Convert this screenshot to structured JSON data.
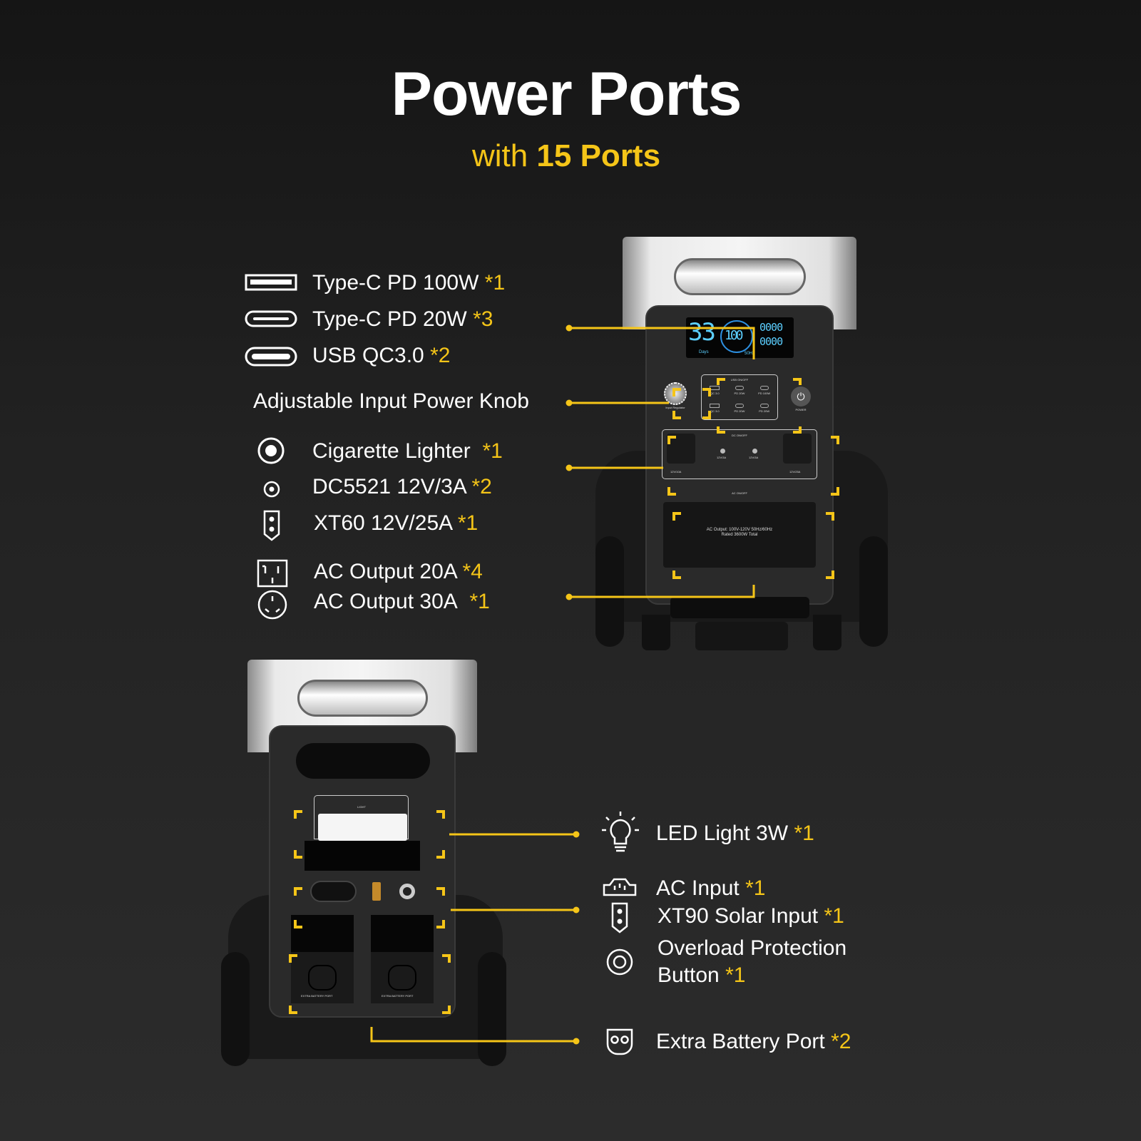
{
  "header": {
    "title": "Power Ports",
    "subtitle_prefix": "with",
    "subtitle_highlight": "15 Ports"
  },
  "accent_color": "#f5c518",
  "front_ports": [
    {
      "icon": "usb-a-port-icon",
      "label": "Type-C PD 100W",
      "count": "*1"
    },
    {
      "icon": "usb-c-port-icon",
      "label": "Type-C PD 20W",
      "count": "*3"
    },
    {
      "icon": "usb-qc-port-icon",
      "label": "USB QC3.0",
      "count": "*2"
    },
    {
      "icon": "",
      "label": "Adjustable Input Power Knob",
      "count": ""
    },
    {
      "icon": "cigarette-lighter-icon",
      "label": "Cigarette Lighter",
      "count": "*1"
    },
    {
      "icon": "dc5521-port-icon",
      "label": "DC5521 12V/3A",
      "count": "*2"
    },
    {
      "icon": "xt60-port-icon",
      "label": "XT60 12V/25A",
      "count": "*1"
    },
    {
      "icon": "ac-outlet-20a-icon",
      "label": "AC Output 20A",
      "count": "*4"
    },
    {
      "icon": "ac-outlet-30a-icon",
      "label": "AC Output 30A",
      "count": "*1"
    }
  ],
  "rear_ports": [
    {
      "icon": "light-bulb-icon",
      "label": "LED Light 3W",
      "count": "*1"
    },
    {
      "icon": "ac-input-icon",
      "label": "AC Input",
      "count": "*1"
    },
    {
      "icon": "xt90-port-icon",
      "label": "XT90 Solar Input",
      "count": "*1"
    },
    {
      "icon": "overload-button-icon",
      "label": "Overload Protection",
      "label2": "Button",
      "count": "*1"
    },
    {
      "icon": "battery-port-icon",
      "label": "Extra Battery Port",
      "count": "*2"
    }
  ],
  "device_front": {
    "screen": {
      "days": "33",
      "days_unit": "Days",
      "percent": "100",
      "input": "0000",
      "output": "0000",
      "hz": "50Hz"
    },
    "knob_label": "Input Regulator",
    "usb_switch": "USB ON/OFF",
    "usb_ports": [
      "QC 3.0",
      "PD 20W",
      "PD 100W",
      "QC 3.0",
      "PD 20W",
      "PD 20W"
    ],
    "power_label": "POWER",
    "dc_switch": "DC ON/OFF",
    "dc_ports": [
      "12V/10A",
      "12V/3A",
      "12V/3A",
      "12V/25A"
    ],
    "ac_switch": "AC ON/OFF",
    "ac_text1": "AC Output: 100V-120V 50Hz/60Hz",
    "ac_text2": "Rated 3600W Total"
  },
  "device_rear": {
    "light_label": "LIGHT",
    "battery_port_label": "EXTRA BATTERY PORT"
  }
}
